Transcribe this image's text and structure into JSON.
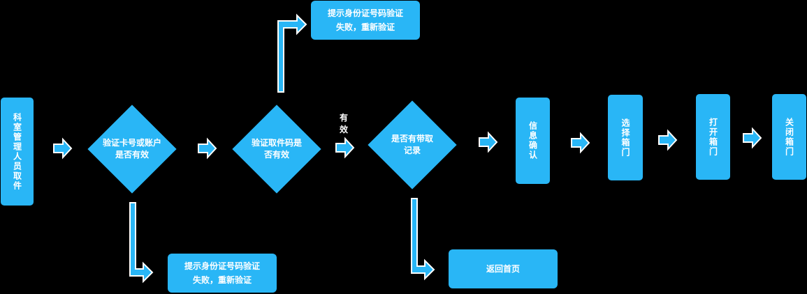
{
  "nodes": {
    "staff_pickup": "科室管理人员取件",
    "verify_card": "验证卡号或账户是否有效",
    "verify_code": "验证取件码是否有效",
    "check_record": "是否有带取记录",
    "info_confirm": "信息确认",
    "select_box": "选择箱门",
    "open_box": "打开箱门",
    "close_box": "关闭箱门",
    "error_top": "提示身份证号码验证失败，重新验证",
    "error_bottom": "提示身份证号码验证失败，重新验证",
    "return_home": "返回首页"
  },
  "labels": {
    "valid": "有效"
  },
  "colors": {
    "node_fill": "#29B6F6",
    "arrow_fill": "#29B6F6",
    "arrow_stroke": "#FFFFFF",
    "background": "#000000"
  }
}
